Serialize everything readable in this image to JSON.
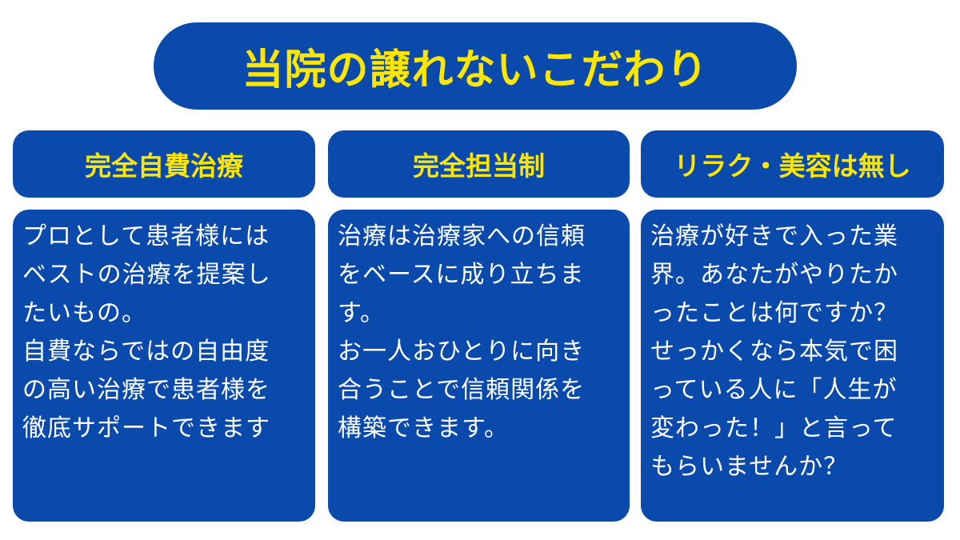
{
  "title": "当院の譲れないこだわり",
  "colors": {
    "panel": "#0a4aad",
    "heading": "#ffe600",
    "text": "#ffffff"
  },
  "columns": [
    {
      "heading": "完全自費治療",
      "lines": [
        "プロとして患者様には",
        "ベストの治療を提案し",
        "たいもの。",
        "自費ならではの自由度",
        "の高い治療で患者様を",
        "徹底サポートできます"
      ]
    },
    {
      "heading": "完全担当制",
      "lines": [
        "治療は治療家への信頼",
        "をベースに成り立ちま",
        "す。",
        "お一人おひとりに向き",
        "合うことで信頼関係を",
        "構築できます。"
      ]
    },
    {
      "heading": "リラク・美容は無し",
      "lines": [
        "治療が好きで入った業",
        "界。あなたがやりたか",
        "ったことは何ですか？",
        "せっかくなら本気で困",
        "っている人に「人生が",
        "変わった！」と言って",
        "もらいませんか？"
      ]
    }
  ]
}
